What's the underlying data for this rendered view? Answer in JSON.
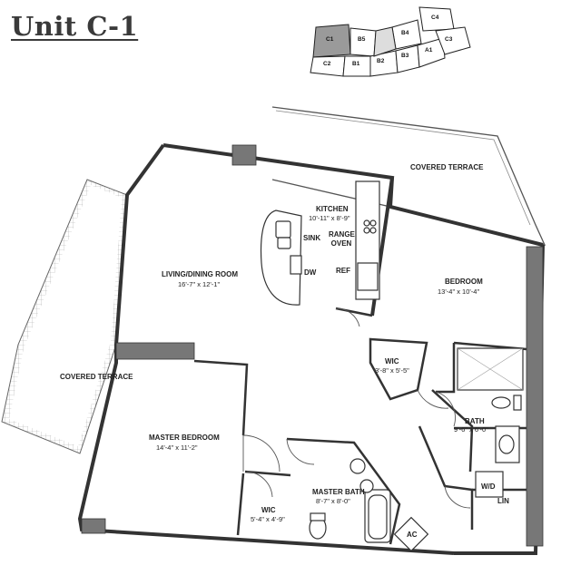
{
  "title": "Unit C-1",
  "key_plan": {
    "units": [
      "C1",
      "B5",
      "B4",
      "C4",
      "C2",
      "B1",
      "B2",
      "B3",
      "A1",
      "C3"
    ],
    "highlighted": "C1"
  },
  "rooms": {
    "kitchen": {
      "name": "KITCHEN",
      "dim": "10'-11\" x 8'-9\""
    },
    "living": {
      "name": "LIVING/DINING ROOM",
      "dim": "16'-7\" x 12'-1\""
    },
    "bedroom": {
      "name": "BEDROOM",
      "dim": "13'-4\" x 10'-4\""
    },
    "wic1": {
      "name": "WIC",
      "dim": "3'-8\" x 5'-5\""
    },
    "bath": {
      "name": "BATH",
      "dim": "9'-6\" x 6'-0\""
    },
    "master_bedroom": {
      "name": "MASTER BEDROOM",
      "dim": "14'-4\" x 11'-2\""
    },
    "wic2": {
      "name": "WIC",
      "dim": "5'-4\" x 4'-9\""
    },
    "master_bath": {
      "name": "MASTER BATH",
      "dim": "8'-7\" x 8'-0\""
    }
  },
  "labels": {
    "covered_terrace_top": "COVERED TERRACE",
    "covered_terrace_left": "COVERED TERRACE",
    "sink": "SINK",
    "range_oven": "RANGE OVEN",
    "dw": "DW",
    "ref": "REF",
    "wd": "W/D",
    "lin": "LIN",
    "ac": "AC"
  }
}
